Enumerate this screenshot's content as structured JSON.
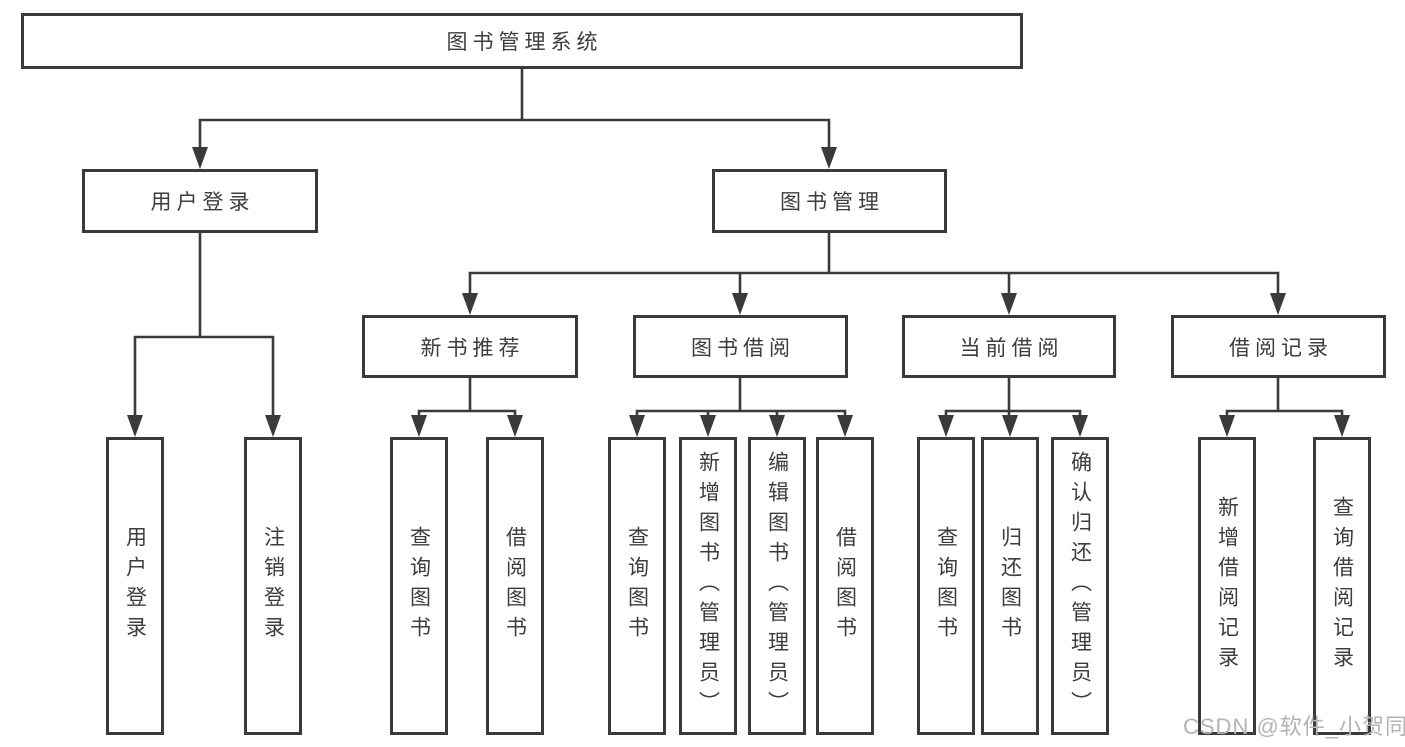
{
  "diagram": {
    "title": "图书管理系统",
    "modules": [
      {
        "label": "用户登录",
        "functions": [
          "用户登录",
          "注销登录"
        ]
      },
      {
        "label": "图书管理",
        "submodules": [
          {
            "label": "新书推荐",
            "functions": [
              "查询图书",
              "借阅图书"
            ]
          },
          {
            "label": "图书借阅",
            "functions": [
              "查询图书",
              "新增图书（管理员）",
              "编辑图书（管理员）",
              "借阅图书"
            ]
          },
          {
            "label": "当前借阅",
            "functions": [
              "查询图书",
              "归还图书",
              "确认归还（管理员）"
            ]
          },
          {
            "label": "借阅记录",
            "functions": [
              "新增借阅记录",
              "查询借阅记录"
            ]
          }
        ]
      }
    ],
    "colors": {
      "line": "#3a3a3a",
      "text": "#3d3d3d",
      "box_fill": "#ffffff",
      "watermark": "#b4b4b4"
    },
    "watermark": "CSDN @软件_小贺同学"
  }
}
